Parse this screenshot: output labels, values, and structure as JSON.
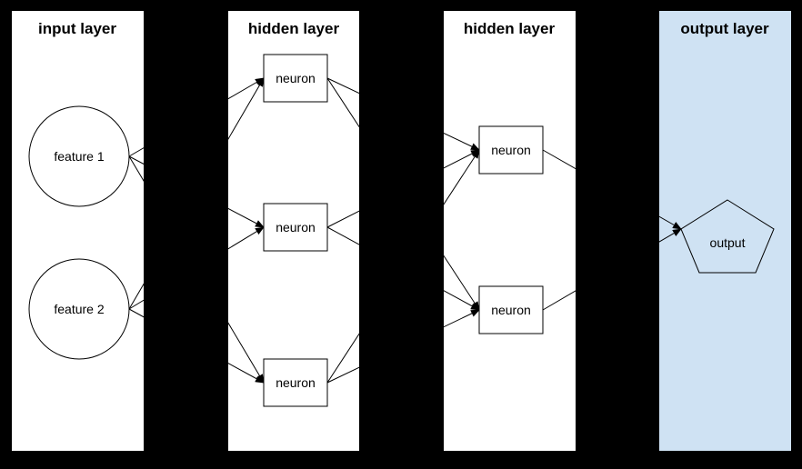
{
  "diagram": {
    "type": "neural-network",
    "background_color": "#000000",
    "edge_color": "#000000",
    "panels": [
      {
        "id": "input-layer",
        "title": "input layer",
        "fill": "#ffffff"
      },
      {
        "id": "hidden-layer-1",
        "title": "hidden layer",
        "fill": "#ffffff"
      },
      {
        "id": "hidden-layer-2",
        "title": "hidden layer",
        "fill": "#ffffff"
      },
      {
        "id": "output-layer",
        "title": "output layer",
        "fill": "#cfe2f3"
      }
    ],
    "nodes": [
      {
        "id": "feature-1",
        "label": "feature 1",
        "shape": "circle",
        "layer": "input-layer"
      },
      {
        "id": "feature-2",
        "label": "feature 2",
        "shape": "circle",
        "layer": "input-layer"
      },
      {
        "id": "neuron-1",
        "label": "neuron",
        "shape": "rectangle",
        "layer": "hidden-layer-1"
      },
      {
        "id": "neuron-2",
        "label": "neuron",
        "shape": "rectangle",
        "layer": "hidden-layer-1"
      },
      {
        "id": "neuron-3",
        "label": "neuron",
        "shape": "rectangle",
        "layer": "hidden-layer-1"
      },
      {
        "id": "neuron-4",
        "label": "neuron",
        "shape": "rectangle",
        "layer": "hidden-layer-2"
      },
      {
        "id": "neuron-5",
        "label": "neuron",
        "shape": "rectangle",
        "layer": "hidden-layer-2"
      },
      {
        "id": "output",
        "label": "output",
        "shape": "pentagon",
        "layer": "output-layer"
      }
    ],
    "edges": [
      {
        "from": "feature-1",
        "to": "neuron-1"
      },
      {
        "from": "feature-1",
        "to": "neuron-2"
      },
      {
        "from": "feature-1",
        "to": "neuron-3"
      },
      {
        "from": "feature-2",
        "to": "neuron-1"
      },
      {
        "from": "feature-2",
        "to": "neuron-2"
      },
      {
        "from": "feature-2",
        "to": "neuron-3"
      },
      {
        "from": "neuron-1",
        "to": "neuron-4"
      },
      {
        "from": "neuron-1",
        "to": "neuron-5"
      },
      {
        "from": "neuron-2",
        "to": "neuron-4"
      },
      {
        "from": "neuron-2",
        "to": "neuron-5"
      },
      {
        "from": "neuron-3",
        "to": "neuron-4"
      },
      {
        "from": "neuron-3",
        "to": "neuron-5"
      },
      {
        "from": "neuron-4",
        "to": "output"
      },
      {
        "from": "neuron-5",
        "to": "output"
      }
    ]
  }
}
